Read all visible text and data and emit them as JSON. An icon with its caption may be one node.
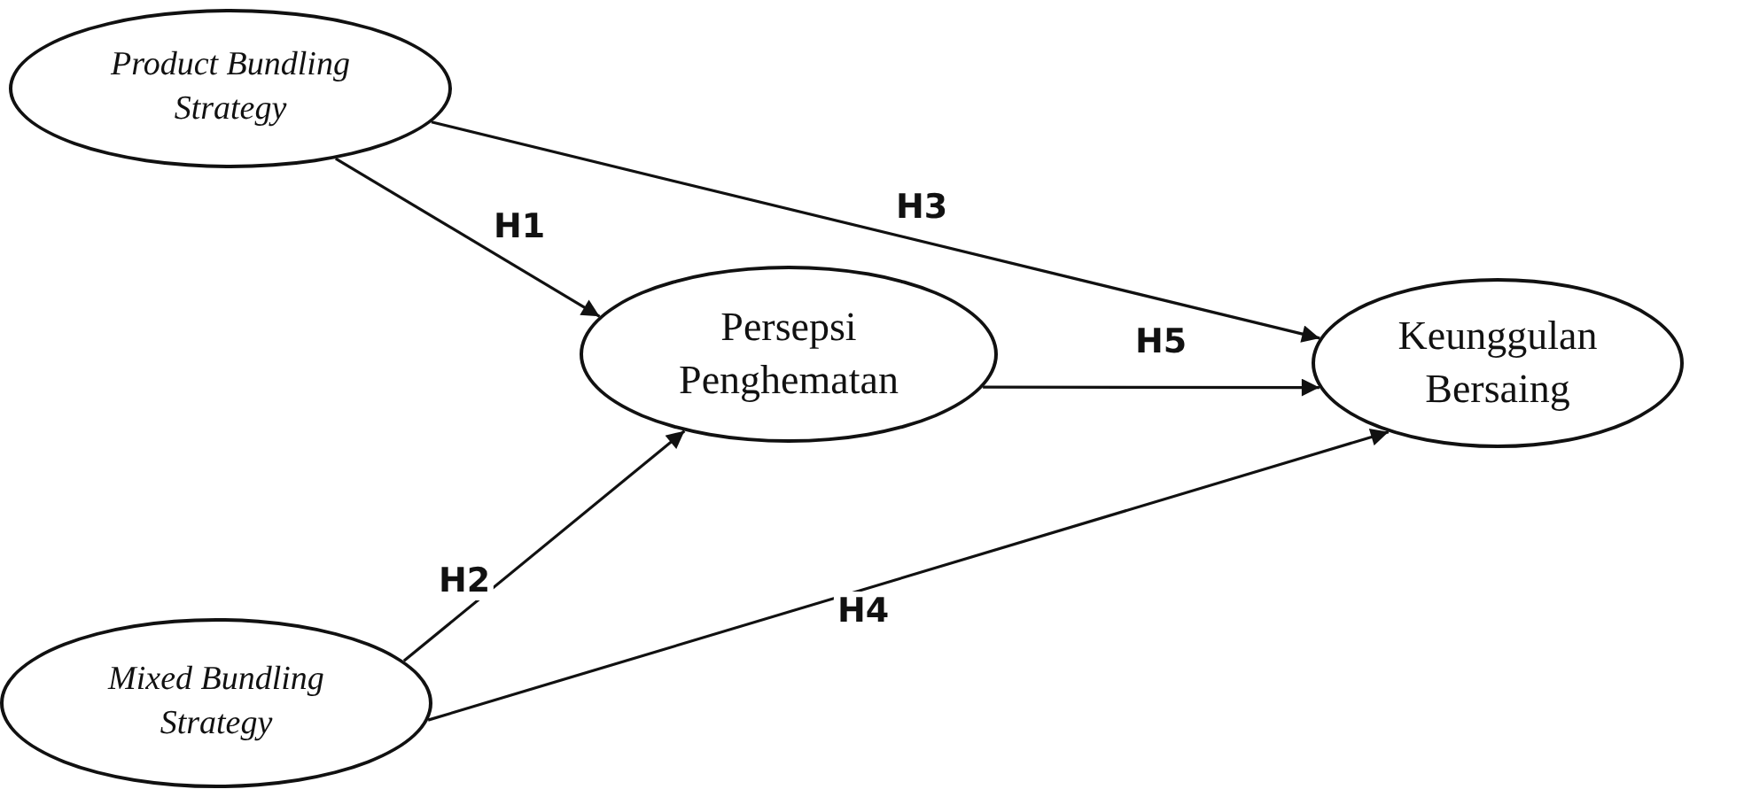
{
  "diagram": {
    "nodes": [
      {
        "text": [
          "Product Bundling Strategy"
        ]
      },
      {
        "text": [
          "Persepsi Penghematan"
        ]
      },
      {
        "text": [
          "Keunggulan Bersaing"
        ]
      },
      {
        "text": [
          "Mixed Bundling Strategy"
        ]
      }
    ],
    "edges": [
      {
        "from": 0,
        "to": 1,
        "arrow": "to",
        "label": "H1"
      },
      {
        "from": 3,
        "to": 1,
        "arrow": "to",
        "label": "H2"
      },
      {
        "from": 0,
        "to": 2,
        "arrow": "to",
        "label": "H3"
      },
      {
        "from": 3,
        "to": 2,
        "arrow": "to",
        "label": "H4"
      },
      {
        "from": 1,
        "to": 2,
        "arrow": "to",
        "label": "H5"
      }
    ]
  }
}
